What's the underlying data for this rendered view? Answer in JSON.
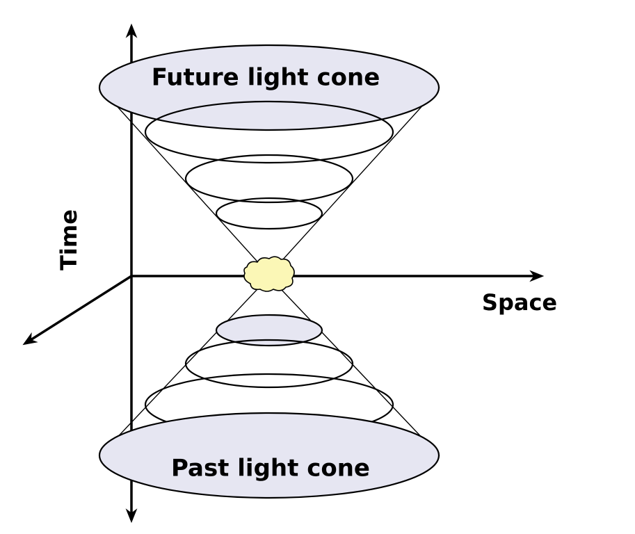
{
  "labels": {
    "future": "Future light cone",
    "past": "Past light cone",
    "time_axis": "Time",
    "space_axis": "Space"
  },
  "colors": {
    "cone_fill": "#e6e6f2",
    "event_fill": "#fbf7b6",
    "line": "#000000",
    "background": "#ffffff"
  }
}
